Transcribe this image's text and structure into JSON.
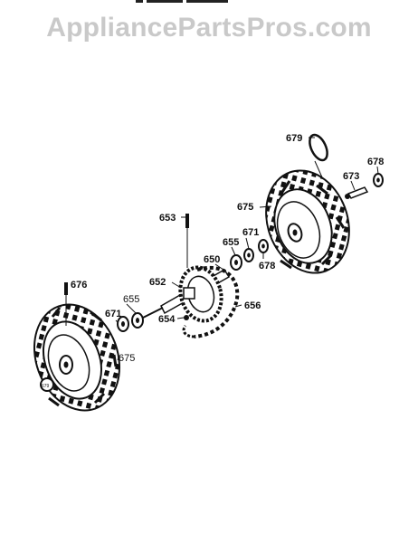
{
  "watermark": "AppliancePartsPros.com",
  "labels": {
    "l679a": "679",
    "l678a": "678",
    "l673": "673",
    "l675a": "675",
    "l653": "653",
    "l671a": "671",
    "l655a": "655",
    "l650": "650",
    "l678b": "678",
    "l652": "652",
    "l676": "676",
    "l655b": "655",
    "l671b": "671",
    "l654": "654",
    "l656": "656",
    "l675b": "675",
    "l679b": "679"
  },
  "colors": {
    "ink": "#111111",
    "watermark": "#c9c9c9",
    "background": "#ffffff"
  }
}
